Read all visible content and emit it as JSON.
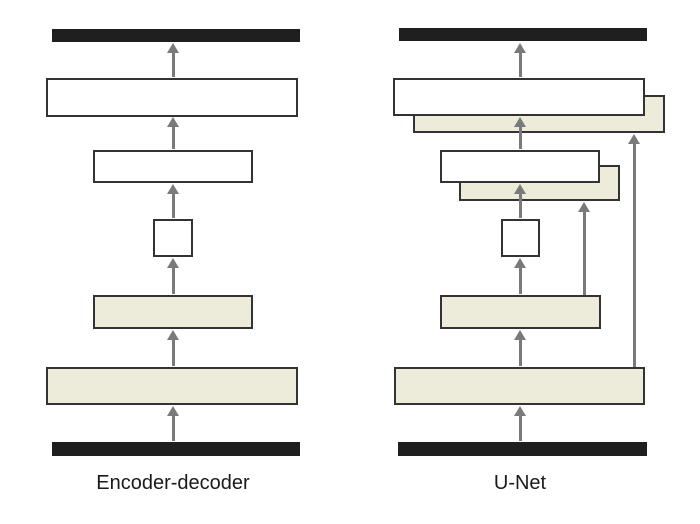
{
  "figure": {
    "colors": {
      "bar_fill": "#1f1f1f",
      "box_border": "#333333",
      "white_fill": "#ffffff",
      "cream_fill": "#edecda",
      "arrow": "#7a7a7a",
      "label_text": "#1a1a1a",
      "page_bg": "#ffffff"
    },
    "diagrams": [
      {
        "id": "encoder-decoder",
        "label": "Encoder-decoder",
        "levels": 5,
        "skip_connections": 0,
        "flow_direction": "bottom-to-top",
        "nodes_bottom_to_top": [
          "input-bar",
          "encoder-feature-large-shaded",
          "encoder-feature-small-shaded",
          "bottleneck-square",
          "decoder-feature-small",
          "decoder-feature-large",
          "output-bar"
        ]
      },
      {
        "id": "u-net",
        "label": "U-Net",
        "levels": 5,
        "skip_connections": 2,
        "flow_direction": "bottom-to-top",
        "nodes_bottom_to_top": [
          "input-bar",
          "encoder-feature-large-shaded",
          "encoder-feature-small-shaded",
          "bottleneck-square",
          "decoder-feature-small-with-skip-copy",
          "decoder-feature-large-with-skip-copy",
          "output-bar"
        ]
      }
    ]
  }
}
